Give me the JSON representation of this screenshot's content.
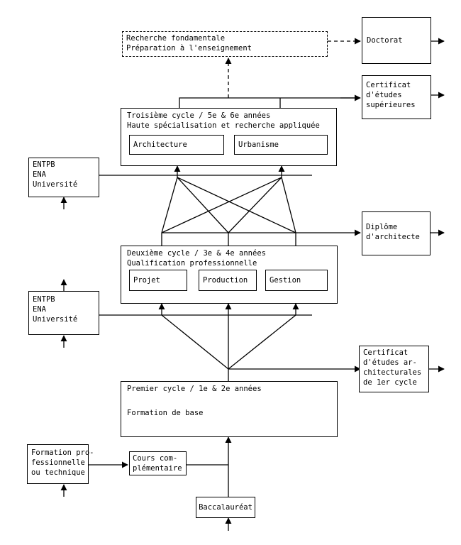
{
  "research_box": {
    "line1": "Recherche fondamentale",
    "line2": "Préparation à l'enseignement"
  },
  "doctorat": "Doctorat",
  "cert_superieures": {
    "line1": "Certificat",
    "line2": "d'études",
    "line3": "supérieures"
  },
  "third_cycle": {
    "title": "Troisième cycle / 5e & 6e années",
    "subtitle": "Haute spécialisation et recherche appliquée",
    "options": [
      "Architecture",
      "Urbanisme"
    ]
  },
  "side_top": {
    "line1": "ENTPB",
    "line2": "ENA",
    "line3": "Université"
  },
  "diplome": {
    "line1": "Diplôme",
    "line2": "d'architecte"
  },
  "second_cycle": {
    "title": "Deuxième cycle / 3e & 4e années",
    "subtitle": "Qualification professionnelle",
    "options": [
      "Projet",
      "Production",
      "Gestion"
    ]
  },
  "side_mid": {
    "line1": "ENTPB",
    "line2": "ENA",
    "line3": "Université"
  },
  "cert_architecturales": {
    "line1": "Certificat",
    "line2": "d'études ar-",
    "line3": "chitecturales",
    "line4": "de 1er cycle"
  },
  "first_cycle": {
    "title": "Premier cycle / 1e & 2e années",
    "subtitle": "Formation de base"
  },
  "formation_pro": {
    "line1": "Formation pro-",
    "line2": "fessionnelle",
    "line3": "ou technique"
  },
  "cours_comp": {
    "line1": "Cours com-",
    "line2": "plémentaire"
  },
  "baccalaureat": "Baccalauréat"
}
